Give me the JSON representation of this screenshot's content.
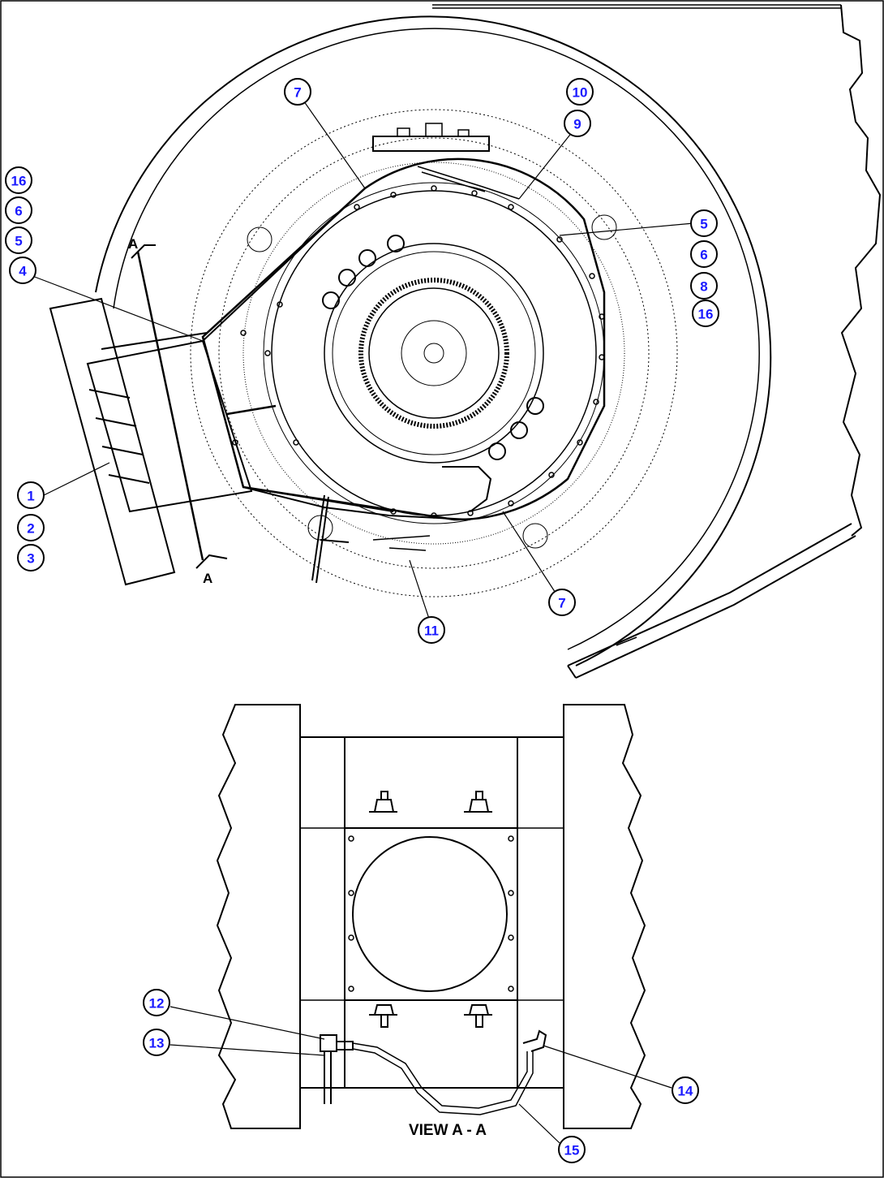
{
  "diagram": {
    "view_label": "VIEW A - A",
    "section_marks": [
      "A",
      "A"
    ],
    "callouts": [
      "16",
      "6",
      "5",
      "4",
      "1",
      "2",
      "3",
      "7",
      "10",
      "9",
      "5",
      "6",
      "8",
      "16",
      "7",
      "11",
      "12",
      "13",
      "14",
      "15"
    ]
  },
  "colors": {
    "callout_text": "#1a1aff",
    "line": "#000000",
    "background": "#ffffff"
  }
}
